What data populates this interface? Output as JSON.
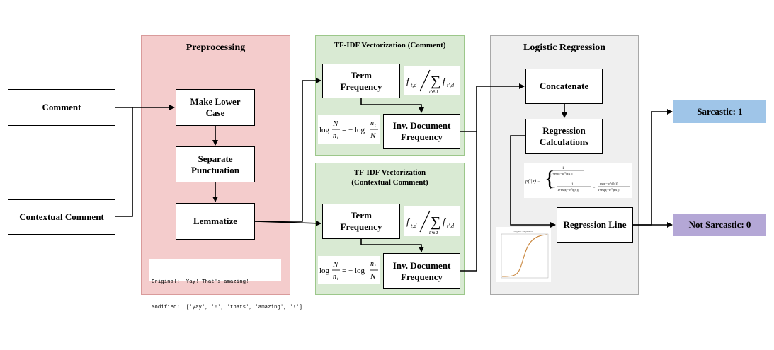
{
  "panels": {
    "preprocessing": "Preprocessing",
    "tfidf_comment": "TF-IDF Vectorization (Comment)",
    "tfidf_contextual_line1": "TF-IDF Vectorization",
    "tfidf_contextual_line2": "(Contextual Comment)",
    "logistic": "Logistic Regression"
  },
  "inputs": {
    "comment": "Comment",
    "contextual_comment": "Contextual Comment"
  },
  "preprocessing_steps": {
    "lower": "Make Lower\nCase",
    "punct": "Separate\nPunctuation",
    "lemma": "Lemmatize"
  },
  "example": {
    "original_label": "Original:",
    "original_text": "Yay! That's amazing!",
    "modified_label": "Modified:",
    "modified_text": "['yay', '!', 'thats', 'amazing', '!']"
  },
  "tfidf": {
    "term_frequency": "Term\nFrequency",
    "inv_doc_frequency": "Inv. Document\nFrequency"
  },
  "regression": {
    "concatenate": "Concatenate",
    "calculations": "Regression\nCalculations",
    "line": "Regression Line",
    "plot_title": "Logistic Regression"
  },
  "outputs": {
    "sarcastic": "Sarcastic: 1",
    "not_sarcastic": "Not Sarcastic: 0"
  },
  "colors": {
    "preprocessing_fill": "#f4cccc",
    "preprocessing_border": "#d99b9b",
    "tfidf_fill": "#d9ead3",
    "tfidf_border": "#9cc78a",
    "logistic_fill": "#efefef",
    "logistic_border": "#a8a8a8",
    "sarcastic_fill": "#9fc5e8",
    "not_sarcastic_fill": "#b4a7d6",
    "sigmoid": "#c8843a"
  }
}
